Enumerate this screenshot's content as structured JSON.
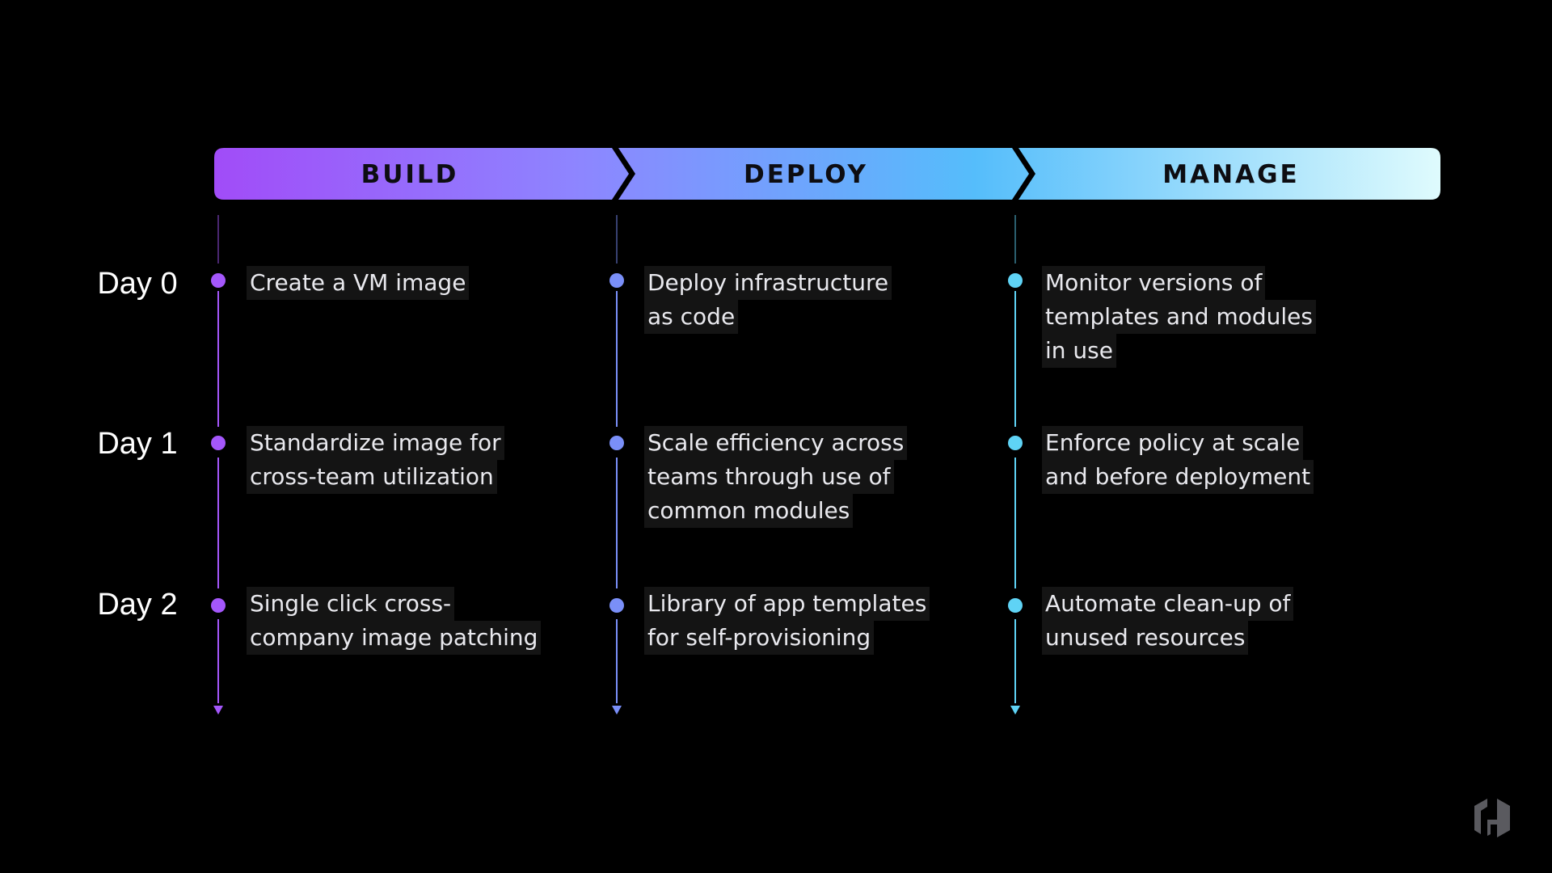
{
  "phases": [
    {
      "label": "BUILD",
      "color": "#a457fb"
    },
    {
      "label": "DEPLOY",
      "color": "#7a8ff8"
    },
    {
      "label": "MANAGE",
      "color": "#5fd3f5"
    }
  ],
  "banner_gradient": [
    "#a14cf8",
    "#8d86ff",
    "#55bdfb",
    "#dffbfd"
  ],
  "days": [
    {
      "label": "Day 0"
    },
    {
      "label": "Day 1"
    },
    {
      "label": "Day 2"
    }
  ],
  "cells": {
    "build": [
      {
        "lines": [
          "Create a VM image"
        ]
      },
      {
        "lines": [
          "Standardize image for",
          "cross-team utilization"
        ]
      },
      {
        "lines": [
          "Single click cross-",
          "company image patching"
        ]
      }
    ],
    "deploy": [
      {
        "lines": [
          "Deploy infrastructure",
          "as code"
        ]
      },
      {
        "lines": [
          "Scale efficiency across",
          "teams through use of",
          "common modules"
        ]
      },
      {
        "lines": [
          "Library of app templates",
          "for self-provisioning"
        ]
      }
    ],
    "manage": [
      {
        "lines": [
          "Monitor versions of",
          "templates and modules",
          "in use"
        ]
      },
      {
        "lines": [
          "Enforce policy at scale",
          "and before deployment"
        ]
      },
      {
        "lines": [
          "Automate clean-up of",
          "unused resources"
        ]
      }
    ]
  },
  "logo_icon": "hashicorp-logo-icon"
}
